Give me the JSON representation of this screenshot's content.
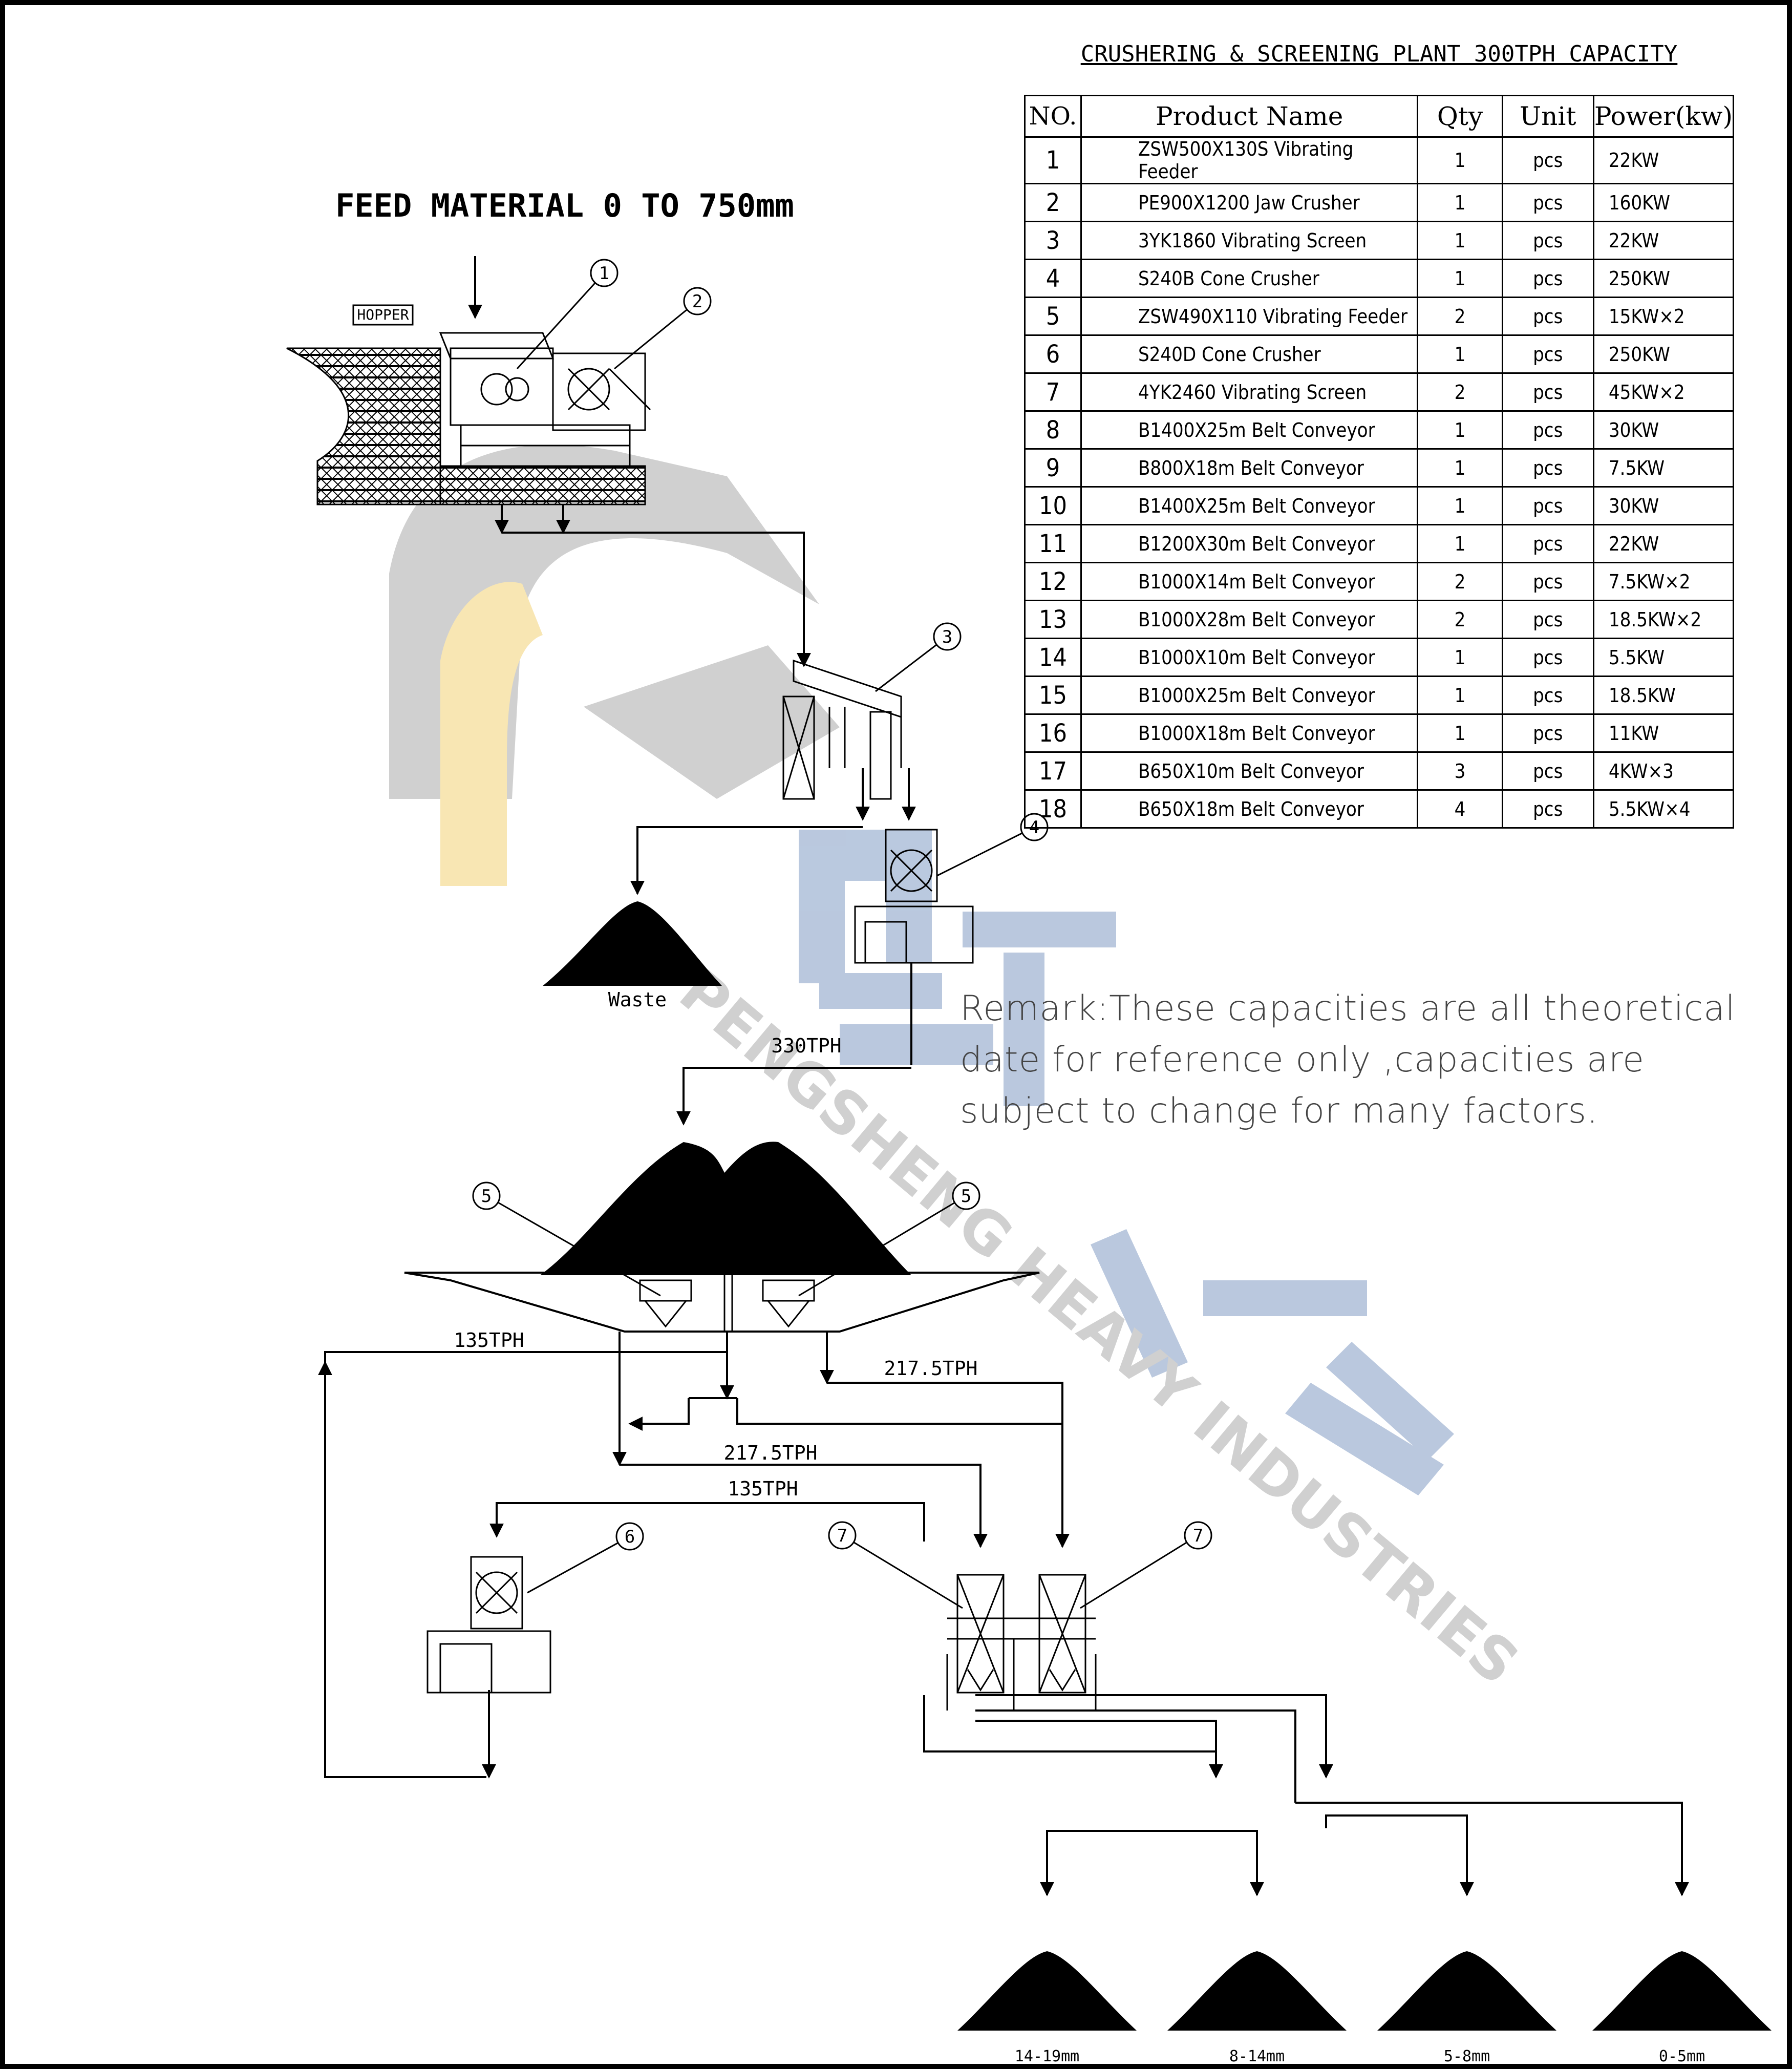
{
  "table": {
    "title": "CRUSHERING & SCREENING PLANT 300TPH CAPACITY",
    "headers": [
      "NO.",
      "Product Name",
      "Qty",
      "Unit",
      "Power(kw)"
    ],
    "rows": [
      [
        "1",
        "ZSW500X130S Vibrating Feeder",
        "1",
        "pcs",
        "22KW"
      ],
      [
        "2",
        "PE900X1200 Jaw Crusher",
        "1",
        "pcs",
        "160KW"
      ],
      [
        "3",
        "3YK1860 Vibrating Screen",
        "1",
        "pcs",
        "22KW"
      ],
      [
        "4",
        "S240B Cone Crusher",
        "1",
        "pcs",
        "250KW"
      ],
      [
        "5",
        "ZSW490X110 Vibrating Feeder",
        "2",
        "pcs",
        "15KW×2"
      ],
      [
        "6",
        "S240D Cone Crusher",
        "1",
        "pcs",
        "250KW"
      ],
      [
        "7",
        "4YK2460 Vibrating Screen",
        "2",
        "pcs",
        "45KW×2"
      ],
      [
        "8",
        "B1400X25m Belt Conveyor",
        "1",
        "pcs",
        "30KW"
      ],
      [
        "9",
        "B800X18m Belt Conveyor",
        "1",
        "pcs",
        "7.5KW"
      ],
      [
        "10",
        "B1400X25m Belt Conveyor",
        "1",
        "pcs",
        "30KW"
      ],
      [
        "11",
        "B1200X30m Belt Conveyor",
        "1",
        "pcs",
        "22KW"
      ],
      [
        "12",
        "B1000X14m Belt Conveyor",
        "2",
        "pcs",
        "7.5KW×2"
      ],
      [
        "13",
        "B1000X28m Belt Conveyor",
        "2",
        "pcs",
        "18.5KW×2"
      ],
      [
        "14",
        "B1000X10m Belt Conveyor",
        "1",
        "pcs",
        "5.5KW"
      ],
      [
        "15",
        "B1000X25m Belt Conveyor",
        "1",
        "pcs",
        "18.5KW"
      ],
      [
        "16",
        "B1000X18m Belt Conveyor",
        "1",
        "pcs",
        "11KW"
      ],
      [
        "17",
        "B650X10m Belt Conveyor",
        "3",
        "pcs",
        "4KW×3"
      ],
      [
        "18",
        "B650X18m Belt Conveyor",
        "4",
        "pcs",
        "5.5KW×4"
      ]
    ]
  },
  "diagram": {
    "feed_label": "FEED MATERIAL 0 TO 750mm",
    "hopper_label": "HOPPER",
    "waste_label": "Waste",
    "flow_labels": {
      "f330": "330TPH",
      "f135a": "135TPH",
      "f2175a": "217.5TPH",
      "f2175b": "217.5TPH",
      "f135b": "135TPH"
    },
    "callouts": [
      "1",
      "2",
      "3",
      "4",
      "5",
      "5",
      "6",
      "7",
      "7"
    ],
    "products": [
      "14-19mm",
      "8-14mm",
      "5-8mm",
      "0-5mm"
    ],
    "remark": "Remark:These capacities are all theoretical date for reference only ,capacities are subject to change for many factors."
  },
  "watermark": {
    "company": "PENGSHENG HEAVY INDUSTRIES",
    "colors": {
      "gray": "#c8c8c8",
      "yellow": "#f7e2a6",
      "blue": "#aebfd9"
    }
  }
}
